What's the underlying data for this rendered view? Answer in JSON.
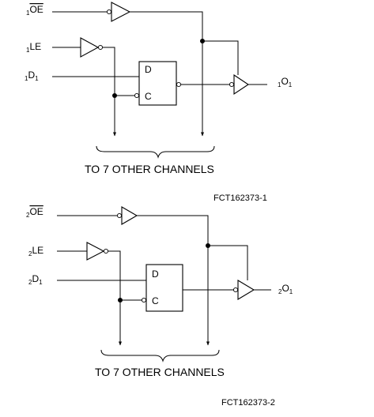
{
  "circuits": [
    {
      "oe": {
        "sub": "1",
        "name": "OE"
      },
      "le": {
        "sub": "1",
        "name": "LE"
      },
      "d": {
        "pre": "1",
        "name": "D",
        "post": "1"
      },
      "out": {
        "pre": "1",
        "name": "O",
        "post": "1"
      },
      "latch_d": "D",
      "latch_c": "C",
      "caption": "TO 7 OTHER CHANNELS",
      "figure_id": "FCT162373-1"
    },
    {
      "oe": {
        "sub": "2",
        "name": "OE"
      },
      "le": {
        "sub": "2",
        "name": "LE"
      },
      "d": {
        "pre": "2",
        "name": "D",
        "post": "1"
      },
      "out": {
        "pre": "2",
        "name": "O",
        "post": "1"
      },
      "latch_d": "D",
      "latch_c": "C",
      "caption": "TO 7 OTHER CHANNELS",
      "figure_id": "FCT162373-2"
    }
  ]
}
